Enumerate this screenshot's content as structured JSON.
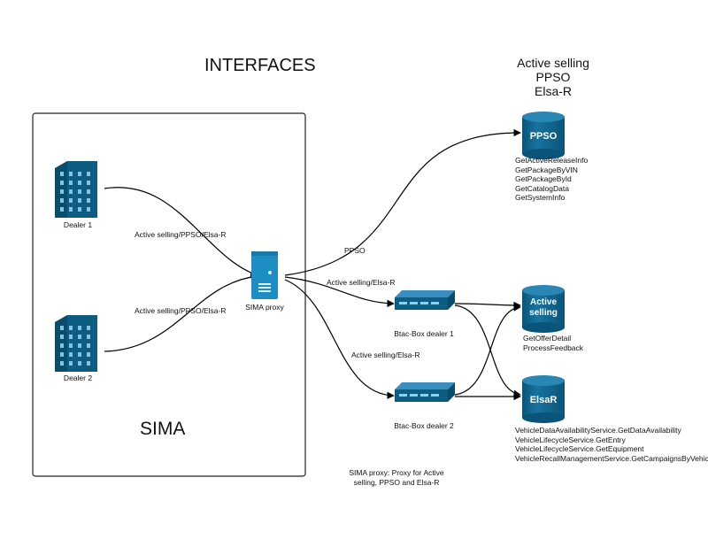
{
  "title": "INTERFACES",
  "sima_label": "SIMA",
  "services_header": [
    "Active selling",
    "PPSO",
    "Elsa-R"
  ],
  "nodes": {
    "dealer1": "Dealer 1",
    "dealer2": "Dealer 2",
    "proxy": "SIMA proxy",
    "btac1": "Btac-Box dealer 1",
    "btac2": "Btac-Box dealer 2",
    "ppso": "PPSO",
    "active_selling": [
      "Active",
      "selling"
    ],
    "elsar": "ElsaR"
  },
  "edges": {
    "dealer1_proxy": "Active selling/PPSO/Elsa-R",
    "dealer2_proxy": "Active selling/PPSO/Elsa-R",
    "proxy_ppso": "PPSO",
    "proxy_btac1": "Active selling/Elsa-R",
    "proxy_btac2": "Active selling/Elsa-R"
  },
  "ppso_methods": [
    "GetActiveReleaseInfo",
    "GetPackageByVIN",
    "GetPackageById",
    "GetCatalogData",
    "GetSystemInfo"
  ],
  "active_selling_methods": [
    "GetOfferDetail",
    "ProcessFeedback"
  ],
  "elsar_methods": [
    "VehicleDataAvailabilityService.GetDataAvailability",
    "VehicleLifecycleService.GetEntry",
    "VehicleLifecycleService.GetEquipment",
    "VehicleRecallManagementService.GetCampaignsByVehicle"
  ],
  "note": [
    "SIMA proxy: Proxy for Active",
    "selling, PPSO and Elsa-R"
  ],
  "colors": {
    "primary": "#0d5c82",
    "primary_light": "#1c7eac",
    "window": "#7fc4e6",
    "line": "#000000"
  }
}
